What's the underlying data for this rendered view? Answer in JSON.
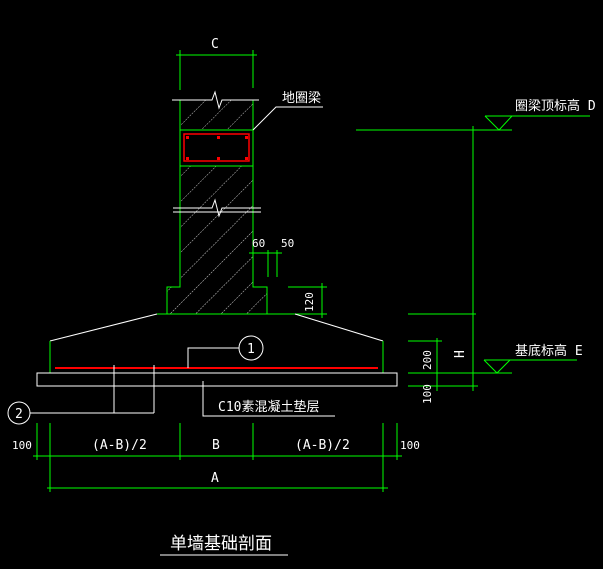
{
  "title": "单墙基础剖面",
  "labels": {
    "wall_width": "C",
    "ring_beam": "地圈梁",
    "dim_60": "60",
    "dim_50": "50",
    "dim_120": "120",
    "ring_beam_top_elev": "圈梁顶标高 D",
    "base_elev": "基底标高 E",
    "dim_200": "200",
    "dim_100_right": "100",
    "height": "H",
    "callout_1": "1",
    "callout_2": "2",
    "cushion": "C10素混凝土垫层",
    "dim_100_left": "100",
    "dim_ab_left": "(A-B)/2",
    "dim_b": "B",
    "dim_ab_right": "(A-B)/2",
    "dim_100_far_right": "100",
    "dim_a": "A"
  },
  "colors": {
    "background": "#000000",
    "dimension": "#00ff00",
    "outline": "#ffffff",
    "rebar": "#ff0000"
  }
}
